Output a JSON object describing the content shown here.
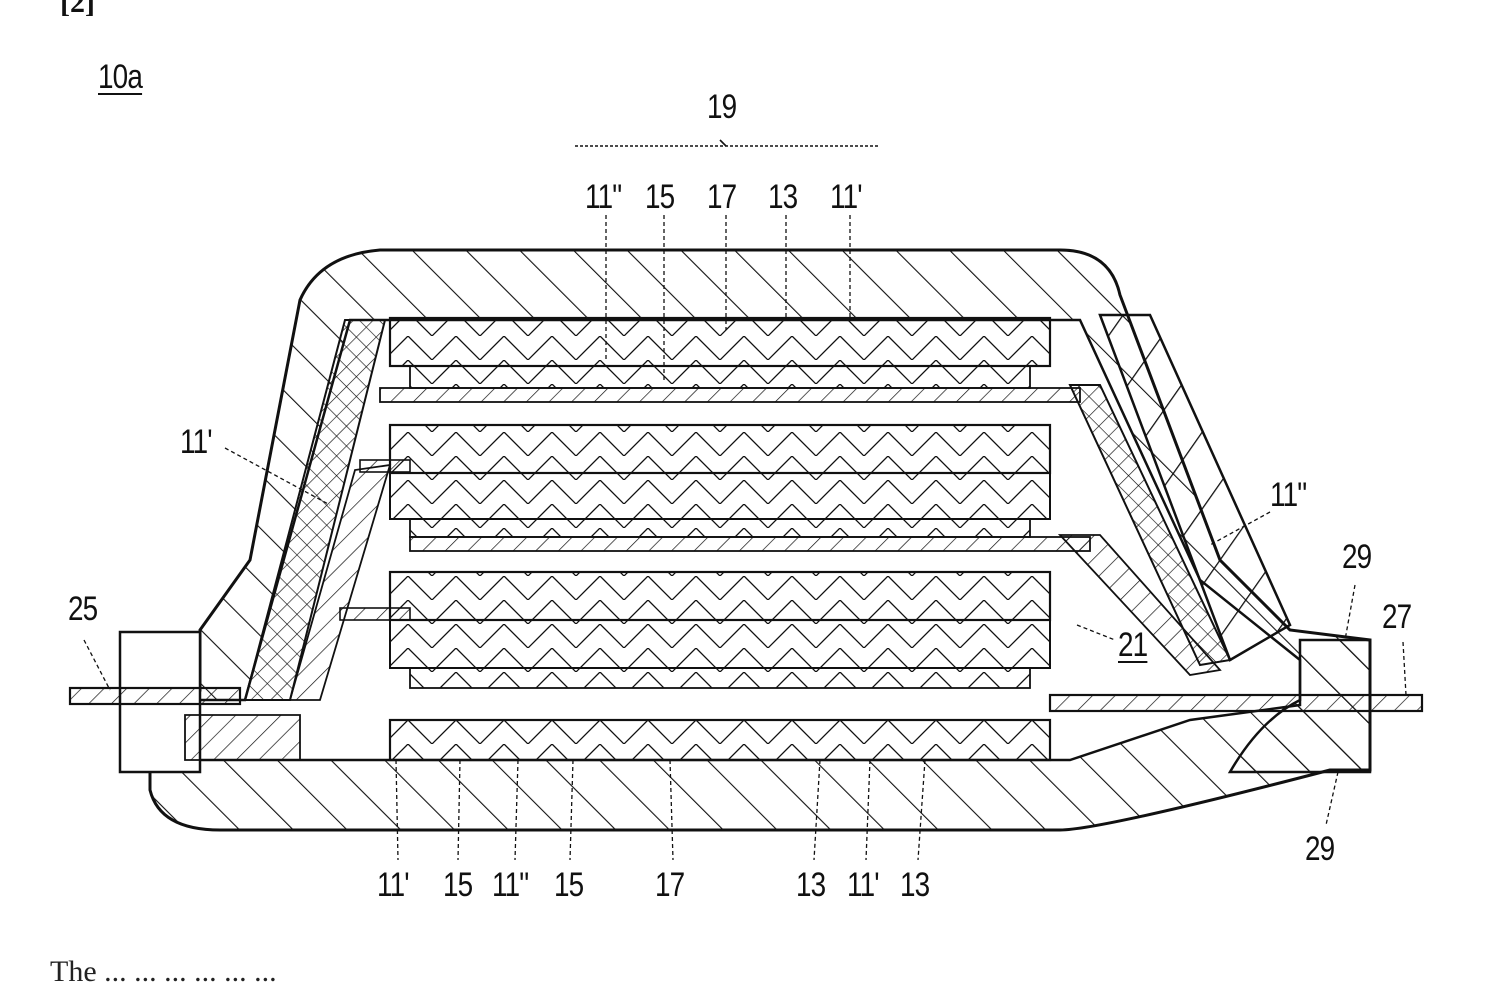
{
  "figure": {
    "header_mark": "[2]",
    "assembly_label": "10a",
    "group_label": "19",
    "caption_partial": "The ... ... ... ... ... ..."
  },
  "labels": {
    "top": [
      "11\"",
      "15",
      "17",
      "13",
      "11'"
    ],
    "left_tab": "25",
    "left_fold": "11'",
    "right_fold": "11\"",
    "stack_ref": "21",
    "right_seal_top": "29",
    "right_tab": "27",
    "right_seal_bottom": "29",
    "bottom": [
      "11'",
      "15",
      "11\"",
      "15",
      "17",
      "13",
      "11'",
      "13"
    ]
  },
  "colors": {
    "line": "#111111",
    "background": "#ffffff"
  }
}
